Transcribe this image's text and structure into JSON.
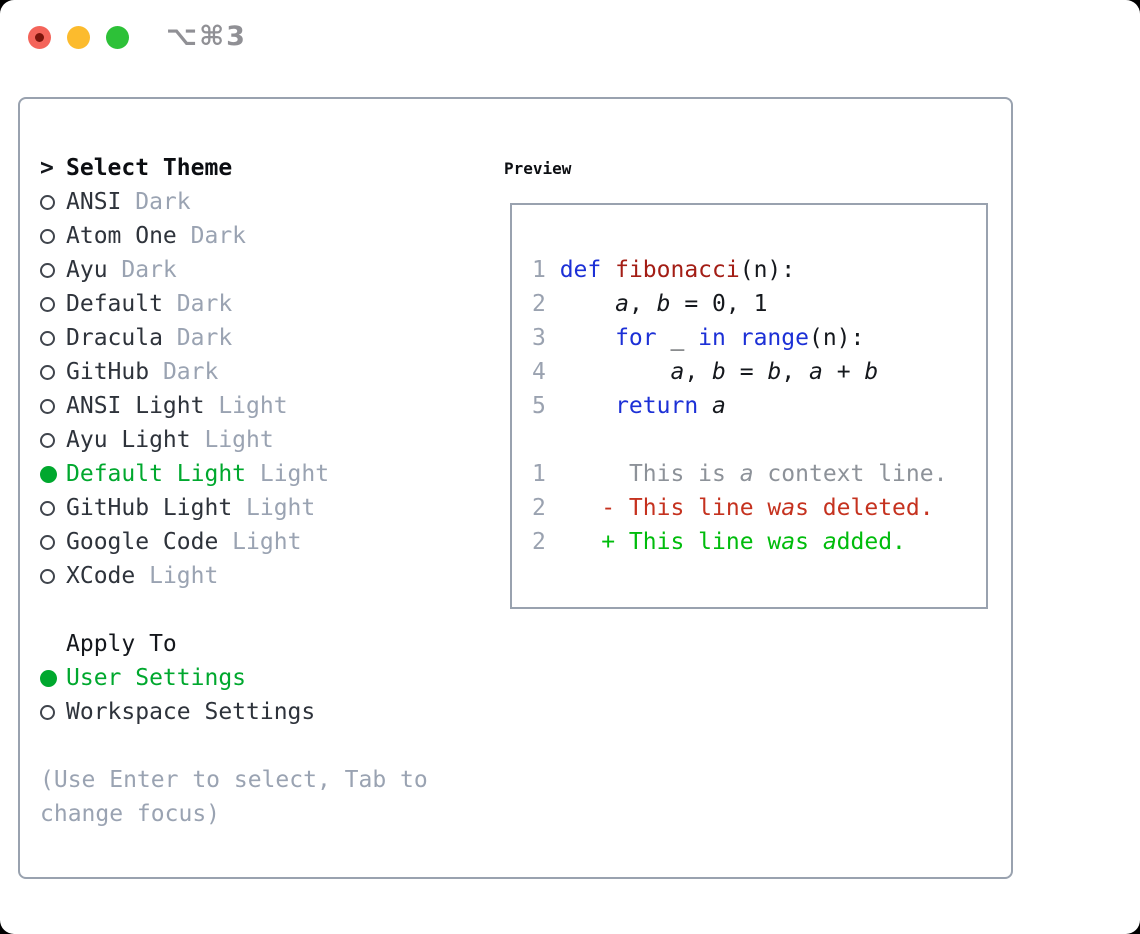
{
  "window": {
    "shortcut": "⌥⌘3",
    "traffic_lights": [
      "close",
      "minimize",
      "zoom"
    ]
  },
  "theme_selector": {
    "title_prefix": ">",
    "title": "Select Theme",
    "items": [
      {
        "name": "ANSI",
        "variant": "Dark",
        "selected": false
      },
      {
        "name": "Atom One",
        "variant": "Dark",
        "selected": false
      },
      {
        "name": "Ayu",
        "variant": "Dark",
        "selected": false
      },
      {
        "name": "Default",
        "variant": "Dark",
        "selected": false
      },
      {
        "name": "Dracula",
        "variant": "Dark",
        "selected": false
      },
      {
        "name": "GitHub",
        "variant": "Dark",
        "selected": false
      },
      {
        "name": "ANSI Light",
        "variant": "Light",
        "selected": false
      },
      {
        "name": "Ayu Light",
        "variant": "Light",
        "selected": false
      },
      {
        "name": "Default Light",
        "variant": "Light",
        "selected": true
      },
      {
        "name": "GitHub Light",
        "variant": "Light",
        "selected": false
      },
      {
        "name": "Google Code",
        "variant": "Light",
        "selected": false
      },
      {
        "name": "XCode",
        "variant": "Light",
        "selected": false
      }
    ],
    "apply_to": {
      "title": "Apply To",
      "options": [
        {
          "name": "User Settings",
          "selected": true
        },
        {
          "name": "Workspace Settings",
          "selected": false
        }
      ]
    },
    "help": "(Use Enter to select, Tab to change focus)"
  },
  "preview": {
    "title": "Preview",
    "lines": [
      {
        "n": "1",
        "toks": [
          {
            "t": "def",
            "c": "kw"
          },
          {
            "t": " ",
            "c": "pl"
          },
          {
            "t": "fibonacci",
            "c": "fn"
          },
          {
            "t": "(n):",
            "c": "pl"
          }
        ]
      },
      {
        "n": "2",
        "toks": [
          {
            "t": "    ",
            "c": "pl"
          },
          {
            "t": "a",
            "c": "id"
          },
          {
            "t": ", ",
            "c": "pl"
          },
          {
            "t": "b",
            "c": "id"
          },
          {
            "t": " = 0, 1",
            "c": "pl"
          }
        ]
      },
      {
        "n": "3",
        "toks": [
          {
            "t": "    ",
            "c": "pl"
          },
          {
            "t": "for",
            "c": "kw"
          },
          {
            "t": " _ ",
            "c": "pl"
          },
          {
            "t": "in",
            "c": "kw"
          },
          {
            "t": " ",
            "c": "pl"
          },
          {
            "t": "range",
            "c": "kw"
          },
          {
            "t": "(n):",
            "c": "pl"
          }
        ]
      },
      {
        "n": "4",
        "toks": [
          {
            "t": "        ",
            "c": "pl"
          },
          {
            "t": "a",
            "c": "id"
          },
          {
            "t": ", ",
            "c": "pl"
          },
          {
            "t": "b",
            "c": "id"
          },
          {
            "t": " = ",
            "c": "pl"
          },
          {
            "t": "b",
            "c": "id"
          },
          {
            "t": ", ",
            "c": "pl"
          },
          {
            "t": "a",
            "c": "id"
          },
          {
            "t": " + ",
            "c": "pl"
          },
          {
            "t": "b",
            "c": "id"
          }
        ]
      },
      {
        "n": "5",
        "toks": [
          {
            "t": "    ",
            "c": "pl"
          },
          {
            "t": "return",
            "c": "kw"
          },
          {
            "t": " ",
            "c": "pl"
          },
          {
            "t": "a",
            "c": "id"
          }
        ]
      },
      {
        "n": "",
        "toks": []
      },
      {
        "n": "1",
        "toks": [
          {
            "t": "     ",
            "c": "ctx"
          },
          {
            "t": "This is ",
            "c": "ctx"
          },
          {
            "t": "a",
            "c": "ctx",
            "i": true
          },
          {
            "t": " context line.",
            "c": "ctx"
          }
        ]
      },
      {
        "n": "2",
        "toks": [
          {
            "t": "   ",
            "c": "del"
          },
          {
            "t": "- This line w",
            "c": "del"
          },
          {
            "t": "a",
            "c": "del",
            "i": true
          },
          {
            "t": "s deleted.",
            "c": "del"
          }
        ]
      },
      {
        "n": "2",
        "toks": [
          {
            "t": "   ",
            "c": "add"
          },
          {
            "t": "+ This line w",
            "c": "add"
          },
          {
            "t": "a",
            "c": "add",
            "i": true
          },
          {
            "t": "s ",
            "c": "add"
          },
          {
            "t": "a",
            "c": "add",
            "i": true
          },
          {
            "t": "dded.",
            "c": "add"
          }
        ]
      }
    ]
  },
  "colors": {
    "accent_green": "#00a82e",
    "added_green": "#00bc0c",
    "deleted_red": "#c5321f",
    "keyword_blue": "#1c30d6",
    "function_red": "#a31d15",
    "muted_gray": "#9aa3b2",
    "border_gray": "#99a2af"
  }
}
